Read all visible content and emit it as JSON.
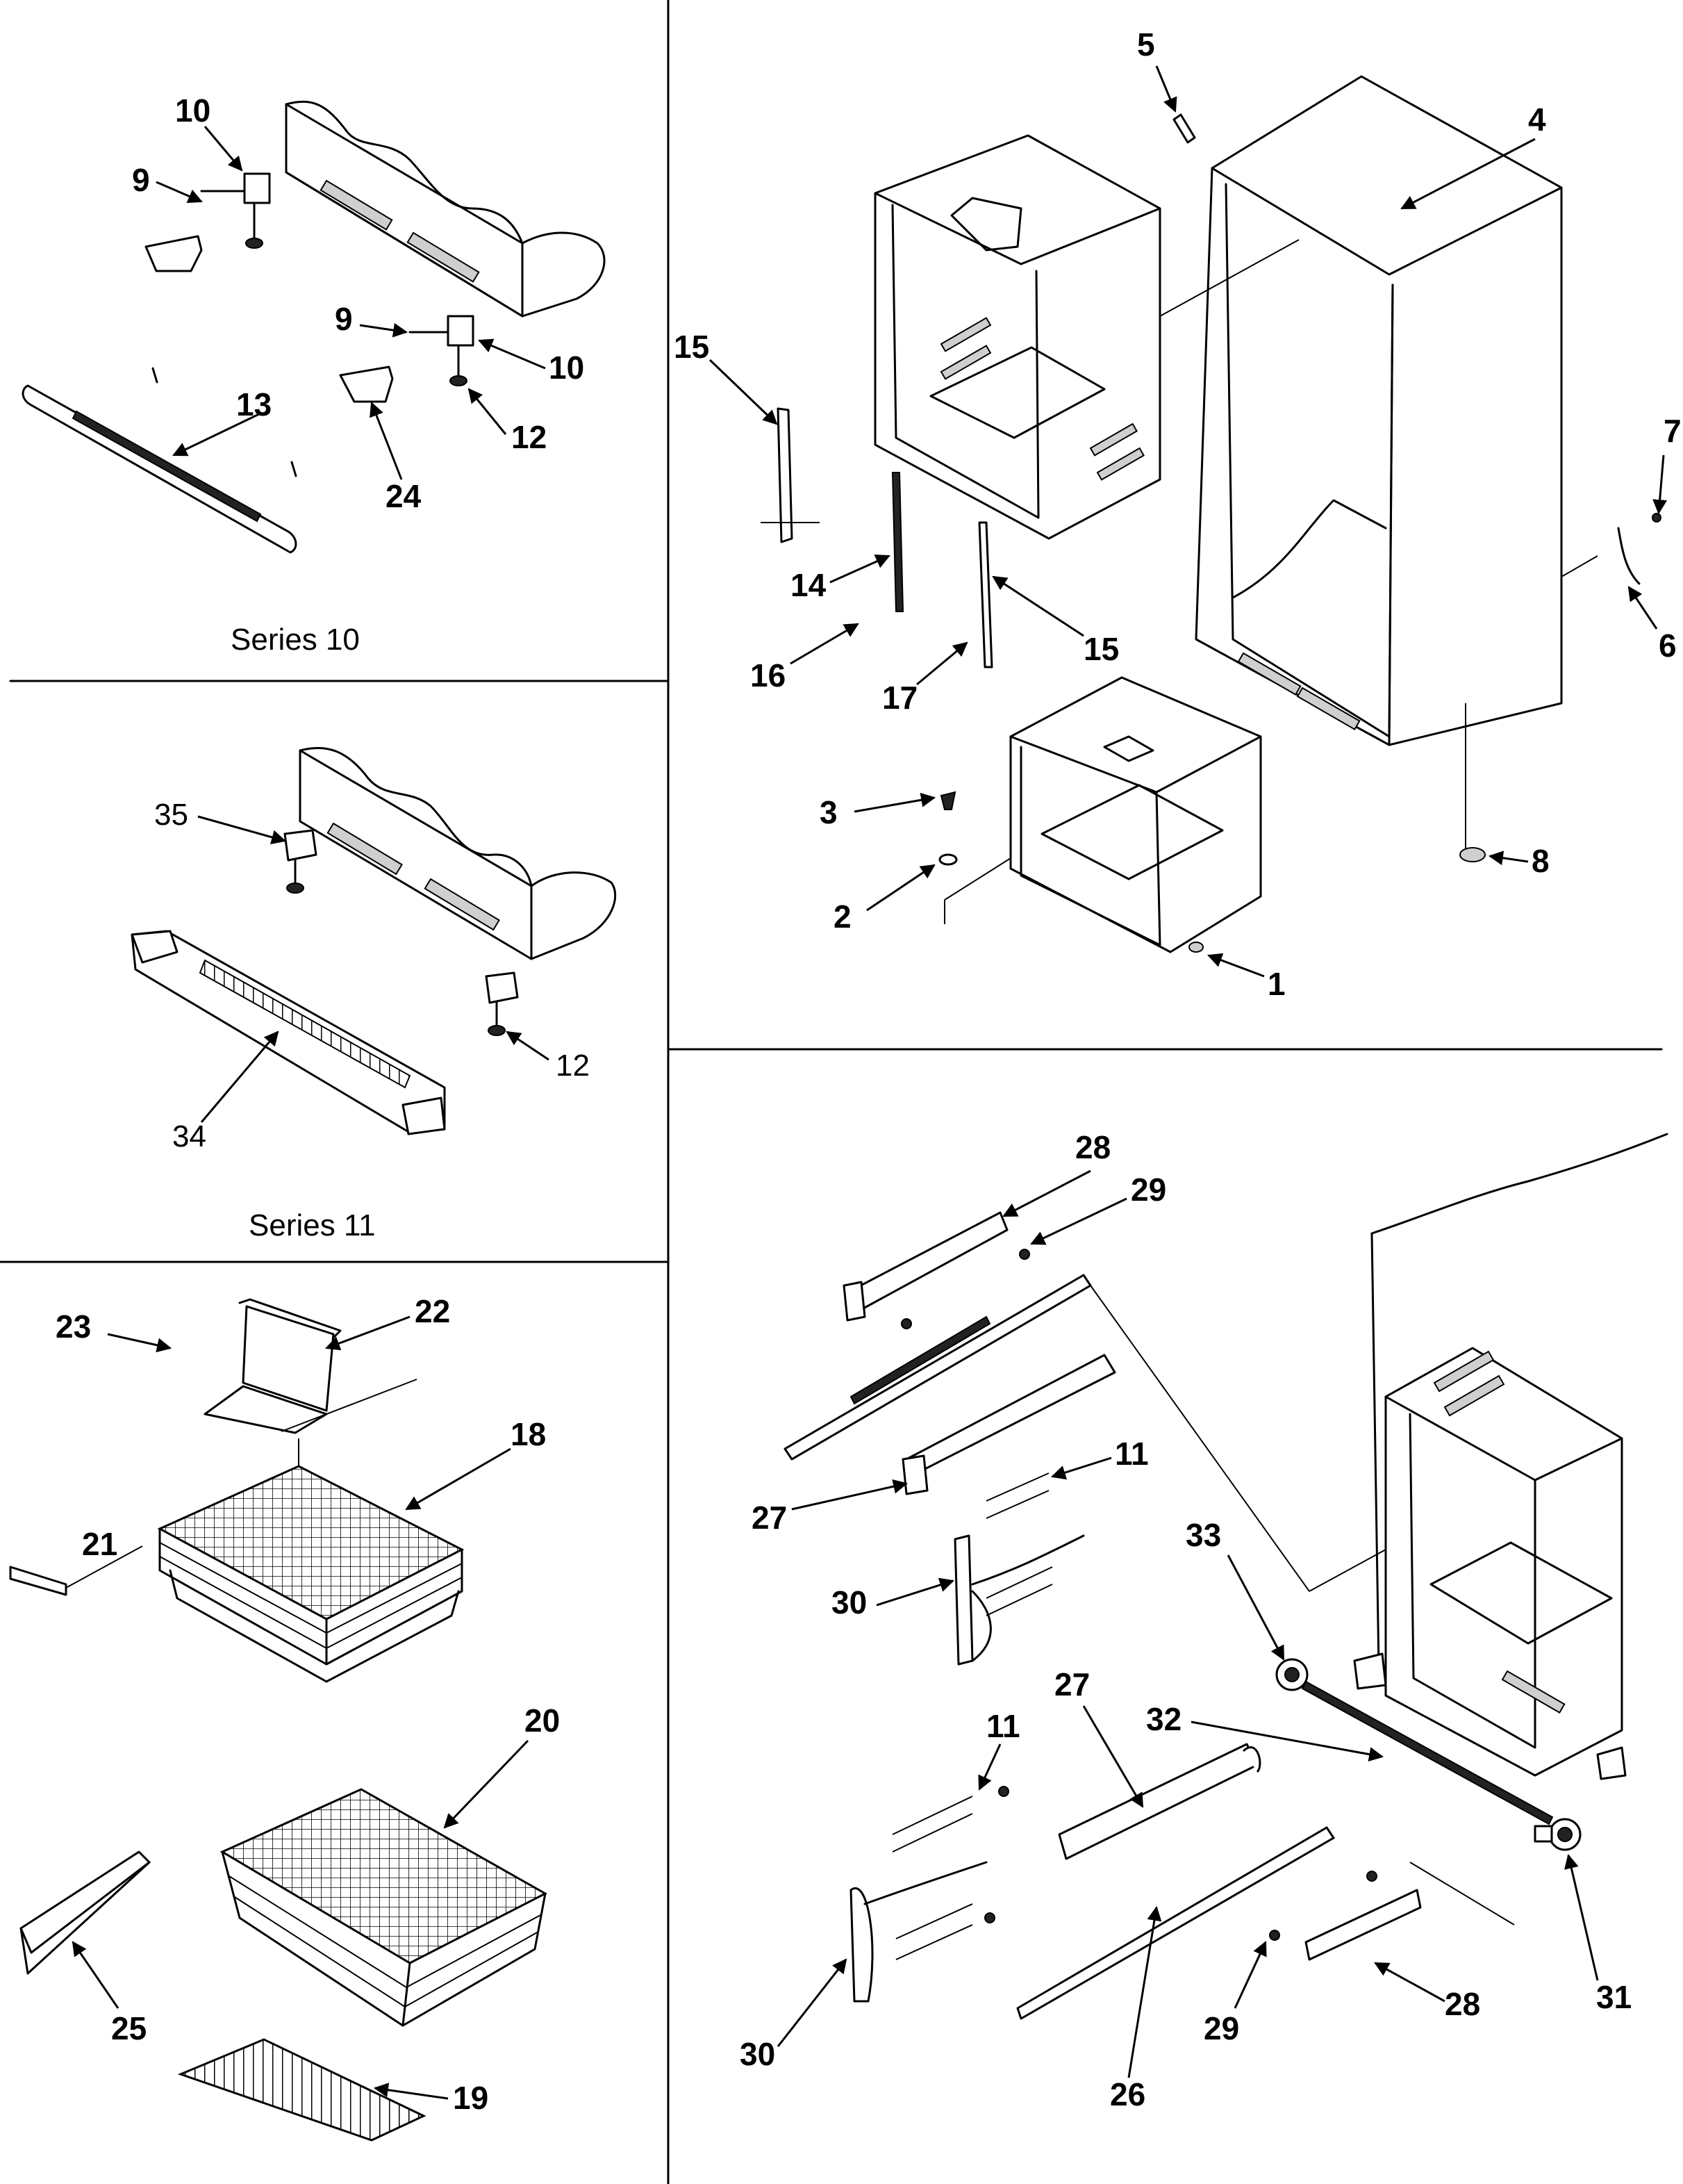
{
  "panels": {
    "series10": {
      "caption": "Series 10",
      "callouts": [
        "10",
        "9",
        "9",
        "10",
        "13",
        "12",
        "24"
      ]
    },
    "series11": {
      "caption": "Series 11",
      "callouts": [
        "35",
        "12",
        "34"
      ]
    },
    "baskets": {
      "callouts": [
        "23",
        "22",
        "18",
        "21",
        "20",
        "25",
        "19"
      ]
    },
    "cabinet": {
      "callouts": [
        "5",
        "4",
        "15",
        "7",
        "14",
        "15",
        "6",
        "16",
        "17",
        "3",
        "8",
        "2",
        "1"
      ]
    },
    "drawer_rails": {
      "callouts": [
        "28",
        "29",
        "11",
        "27",
        "33",
        "30",
        "27",
        "11",
        "32",
        "30",
        "26",
        "29",
        "28",
        "31"
      ]
    }
  }
}
